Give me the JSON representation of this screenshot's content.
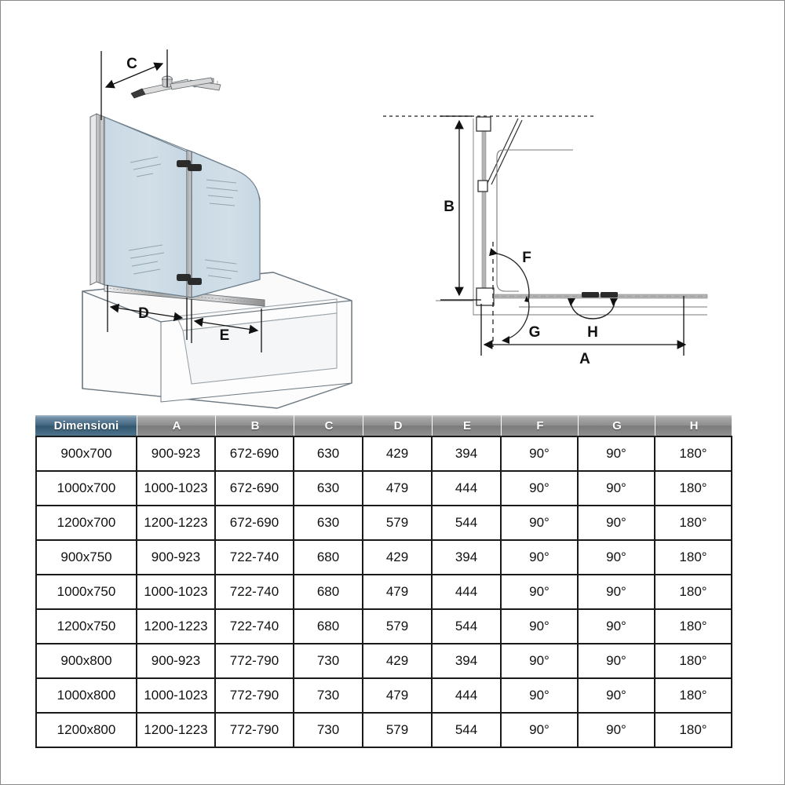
{
  "diagram": {
    "front_view": {
      "labels": [
        {
          "id": "C",
          "text": "C"
        },
        {
          "id": "D",
          "text": "D"
        },
        {
          "id": "E",
          "text": "E"
        }
      ]
    },
    "plan_view": {
      "labels": [
        {
          "id": "B",
          "text": "B"
        },
        {
          "id": "F",
          "text": "F"
        },
        {
          "id": "G",
          "text": "G"
        },
        {
          "id": "H",
          "text": "H"
        },
        {
          "id": "A",
          "text": "A"
        }
      ]
    },
    "colors": {
      "glass": "#cfdce5",
      "glass_edge": "#6d7f8c",
      "frame": "#b9b9b9",
      "tub": "#fbfbfb",
      "outline": "#555f66",
      "dimension": "#111111"
    }
  },
  "table": {
    "headers": [
      "Dimensioni",
      "A",
      "B",
      "C",
      "D",
      "E",
      "F",
      "G",
      "H"
    ],
    "rows": [
      [
        "900x700",
        "900-923",
        "672-690",
        "630",
        "429",
        "394",
        "90°",
        "90°",
        "180°"
      ],
      [
        "1000x700",
        "1000-1023",
        "672-690",
        "630",
        "479",
        "444",
        "90°",
        "90°",
        "180°"
      ],
      [
        "1200x700",
        "1200-1223",
        "672-690",
        "630",
        "579",
        "544",
        "90°",
        "90°",
        "180°"
      ],
      [
        "900x750",
        "900-923",
        "722-740",
        "680",
        "429",
        "394",
        "90°",
        "90°",
        "180°"
      ],
      [
        "1000x750",
        "1000-1023",
        "722-740",
        "680",
        "479",
        "444",
        "90°",
        "90°",
        "180°"
      ],
      [
        "1200x750",
        "1200-1223",
        "722-740",
        "680",
        "579",
        "544",
        "90°",
        "90°",
        "180°"
      ],
      [
        "900x800",
        "900-923",
        "772-790",
        "730",
        "429",
        "394",
        "90°",
        "90°",
        "180°"
      ],
      [
        "1000x800",
        "1000-1023",
        "772-790",
        "730",
        "479",
        "444",
        "90°",
        "90°",
        "180°"
      ],
      [
        "1200x800",
        "1200-1223",
        "772-790",
        "730",
        "579",
        "544",
        "90°",
        "90°",
        "180°"
      ]
    ],
    "header_colors": {
      "dimensioni_bg": "#41657f",
      "other_bg": "#8e8e8e",
      "text": "#ffffff"
    }
  }
}
